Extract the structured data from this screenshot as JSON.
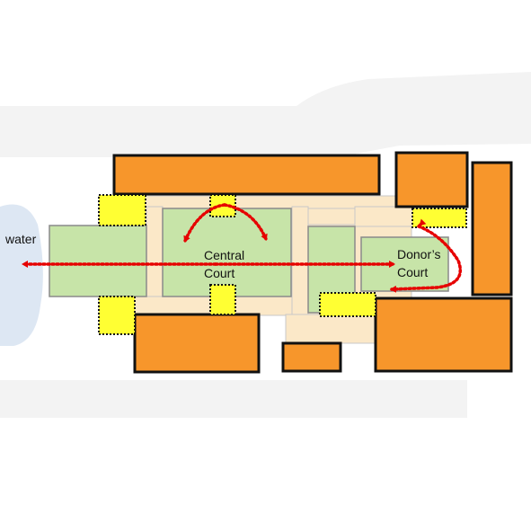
{
  "labels": {
    "water": "water",
    "central_court_line1": "Central",
    "central_court_line2": "Court",
    "donors_court_line1": "Donor’s",
    "donors_court_line2": "Court"
  },
  "colors": {
    "building": "#f7962b",
    "building_stroke": "#111111",
    "courtyard": "#c7e4a8",
    "courtyard_stroke": "#8a8a8a",
    "path": "#fbe8c8",
    "entrance": "#ffff33",
    "arrow": "#e60000",
    "water": "#dde7f3",
    "road": "#f3f3f3"
  }
}
